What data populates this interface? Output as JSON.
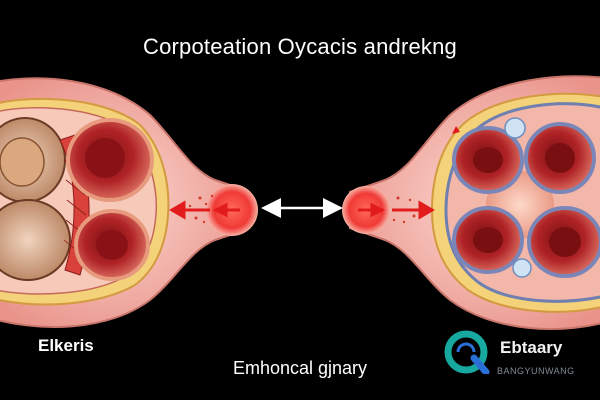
{
  "title": "Corpoteation Oycacis andrekng",
  "captions": {
    "left": "Elkeris",
    "bottom": "Emhoncal gjnary",
    "right": "Ebtaary"
  },
  "watermark": {
    "text": "BANGYUNWANG"
  },
  "colors": {
    "background": "#000000",
    "tissue": "#f4b5ad",
    "membrane": "#f3d27a",
    "chamber": "#b32424",
    "arrow": "#e21c1c",
    "connector": "#ffffff",
    "logo_teal": "#17a9a0",
    "logo_blue": "#2a6fd6"
  }
}
